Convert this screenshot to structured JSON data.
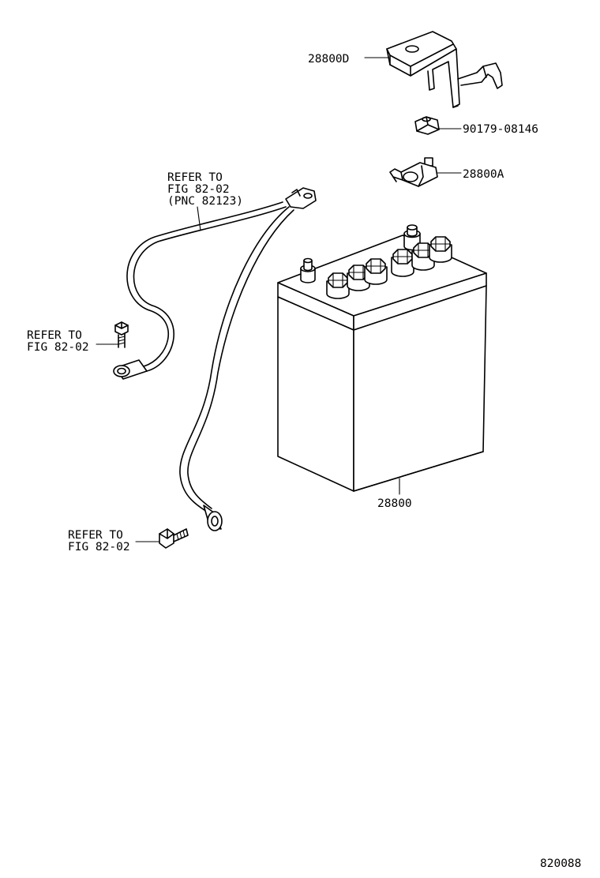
{
  "labels": {
    "cover_part": "28800D",
    "nut_part": "90179-08146",
    "clamp_part": "28800A",
    "battery_part": "28800",
    "cable_ref_line1": "REFER TO",
    "cable_ref_line2": "FIG 82-02",
    "cable_ref_line3": "(PNC 82123)",
    "bolt_left_ref_line1": "REFER TO",
    "bolt_left_ref_line2": "FIG 82-02",
    "bolt_bottom_ref_line1": "REFER TO",
    "bolt_bottom_ref_line2": "FIG 82-02",
    "figure_number": "820088"
  }
}
